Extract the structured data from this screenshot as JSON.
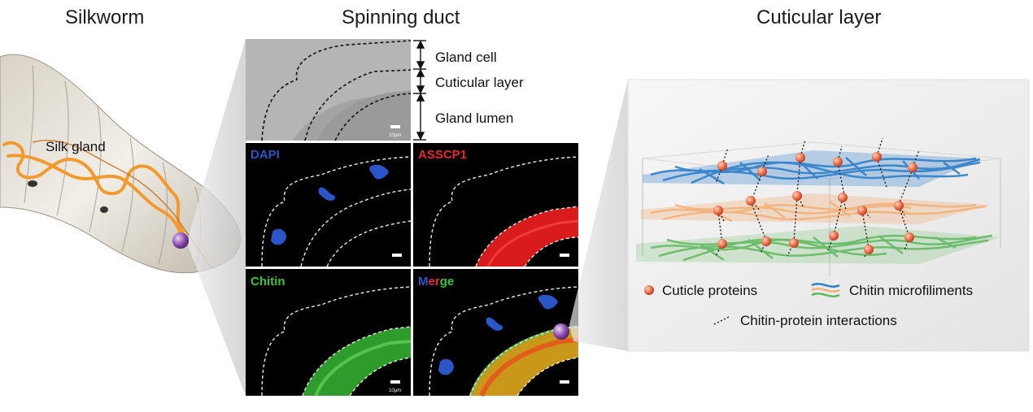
{
  "panels": {
    "silkworm": {
      "title": "Silkworm",
      "label": "Silk gland"
    },
    "spinning_duct": {
      "title": "Spinning duct",
      "layers": [
        "Gland cell",
        "Cuticular layer",
        "Gland lumen"
      ],
      "scale_bar": "10μm",
      "channels": [
        {
          "name": "DAPI",
          "color": "#2b56c9"
        },
        {
          "name": "ASSCP1",
          "color": "#e8262c"
        },
        {
          "name": "Chitin",
          "color": "#3fc23a"
        }
      ],
      "merge": {
        "parts": [
          "M",
          "er",
          "ge"
        ],
        "colors": [
          "#2b56c9",
          "#e8262c",
          "#3fc23a"
        ]
      }
    },
    "cuticular_layer": {
      "title": "Cuticular layer",
      "legend": {
        "proteins": "Cuticle  proteins",
        "microfilaments": "Chitin microfiliments",
        "interactions": "Chitin-protein interactions"
      },
      "sheet_colors": {
        "top": "#2f7fc9",
        "middle": "#f1b27a",
        "bottom": "#5cb85c"
      },
      "protein_color": "#e8593a"
    }
  }
}
